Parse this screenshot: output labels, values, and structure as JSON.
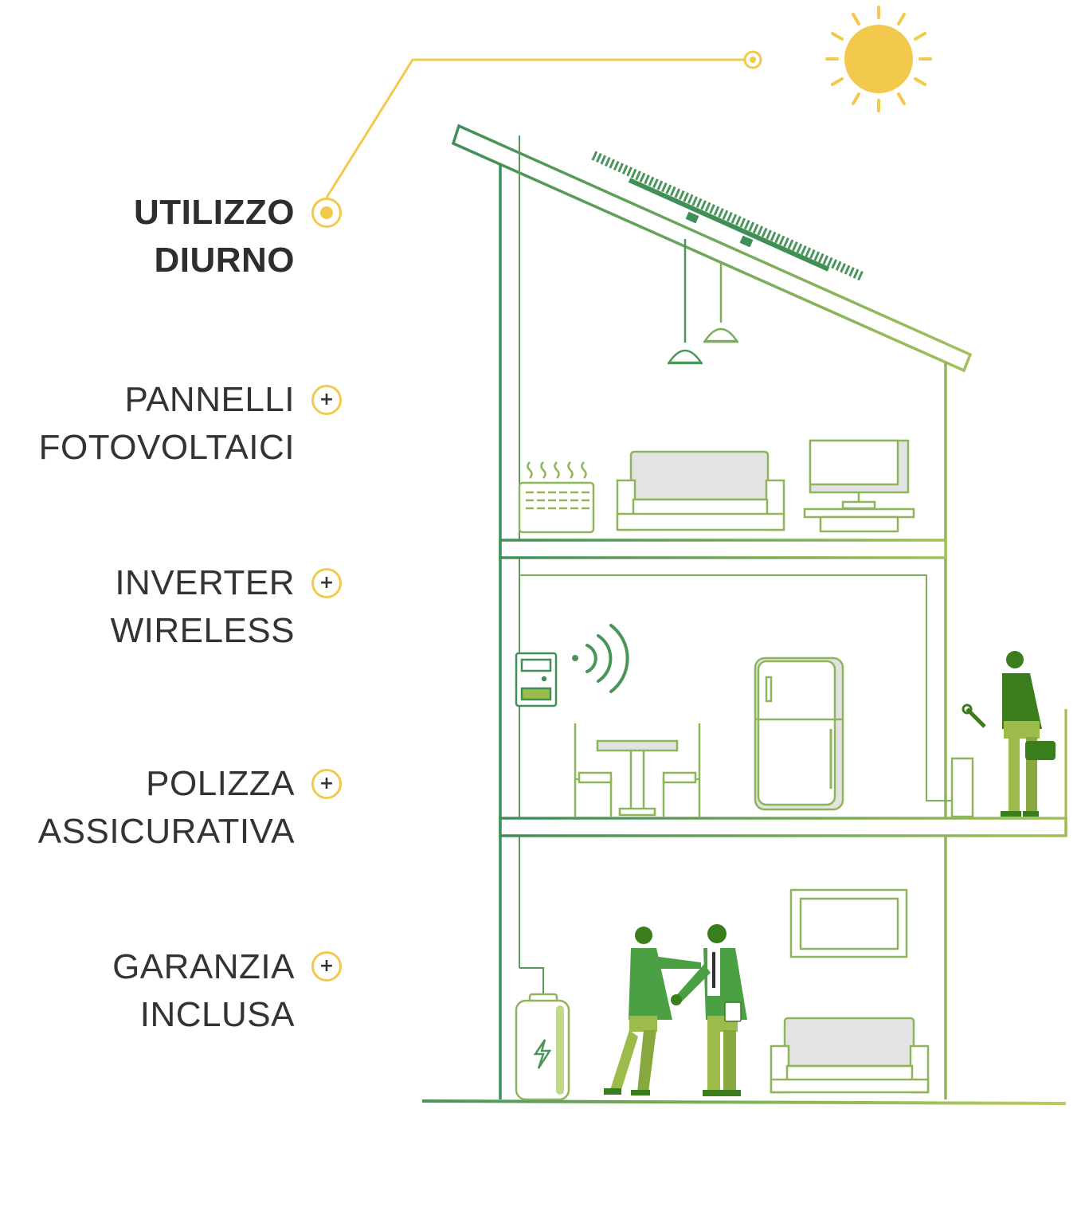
{
  "menu": {
    "items": [
      {
        "line1": "UTILIZZO",
        "line2": "DIURNO",
        "marker": "dot",
        "active": true
      },
      {
        "line1": "PANNELLI",
        "line2": "FOTOVOLTAICI",
        "marker": "+",
        "active": false
      },
      {
        "line1": "INVERTER",
        "line2": "WIRELESS",
        "marker": "+",
        "active": false
      },
      {
        "line1": "POLIZZA",
        "line2": "ASSICURATIVA",
        "marker": "+",
        "active": false
      },
      {
        "line1": "GARANZIA",
        "line2": "INCLUSA",
        "marker": "+",
        "active": false
      }
    ]
  },
  "colors": {
    "accent": "#f2c94c",
    "text": "#333333",
    "house_dark": "#3f8f57",
    "house_light": "#a3c15a",
    "figure_dark": "#3a7d1c",
    "figure_light": "#9dbb4a",
    "appliance_fill": "#e3e3e3"
  },
  "icons": [
    "sun-icon",
    "solar-panel-icon",
    "battery-icon",
    "wifi-icon",
    "inverter-icon",
    "wrench-icon",
    "briefcase-icon",
    "handshake-icon"
  ]
}
